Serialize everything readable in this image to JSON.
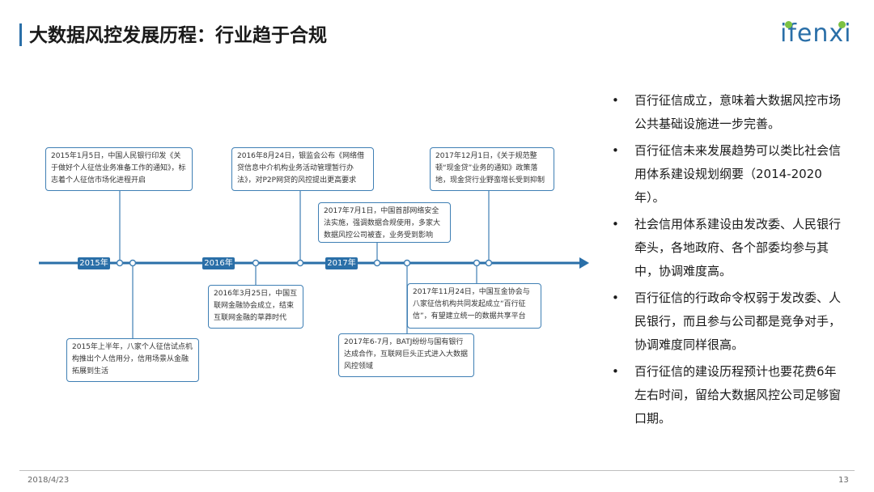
{
  "header": {
    "title": "大数据风控发展历程：行业趋于合规",
    "logo": "ifenxi"
  },
  "colors": {
    "accent": "#2a6fa8",
    "logo_dot": "#7cc243"
  },
  "timeline": {
    "years": [
      "2015年",
      "2016年",
      "2017年"
    ],
    "events": [
      "2015年1月5日，中国人民银行印发《关于做好个人征信业务准备工作的通知》，标志着个人征信市场化进程开启",
      "2015年上半年，八家个人征信试点机构推出个人信用分，信用场景从金融拓展到生活",
      "2016年3月25日，中国互联网金融协会成立，结束互联网金融的草莽时代",
      "2016年8月24日，银监会公布《网络借贷信息中介机构业务活动管理暂行办法》，对P2P网贷的风控提出更高要求",
      "2017年7月1日，中国首部网络安全法实施，强调数据合规使用，多家大数据风控公司被查，业务受到影响",
      "2017年6-7月，BATJ纷纷与国有银行达成合作，互联网巨头正式进入大数据风控领域",
      "2017年11月24日，中国互金协会与八家征信机构共同发起成立“百行征信”，有望建立统一的数据共享平台",
      "2017年12月1日，《关于规范整顿“现金贷”业务的通知》政策落地，现金贷行业野蛮增长受到抑制"
    ]
  },
  "bullets": [
    "百行征信成立，意味着大数据风控市场公共基础设施进一步完善。",
    "百行征信未来发展趋势可以类比社会信用体系建设规划纲要（2014-2020年）。",
    "社会信用体系建设由发改委、人民银行牵头，各地政府、各个部委均参与其中，协调难度高。",
    "百行征信的行政命令权弱于发改委、人民银行，而且参与公司都是竞争对手，协调难度同样很高。",
    "百行征信的建设历程预计也要花费6年左右时间，留给大数据风控公司足够窗口期。"
  ],
  "bullet_symbol": "•",
  "footer": {
    "date": "2018/4/23",
    "page": "13"
  }
}
